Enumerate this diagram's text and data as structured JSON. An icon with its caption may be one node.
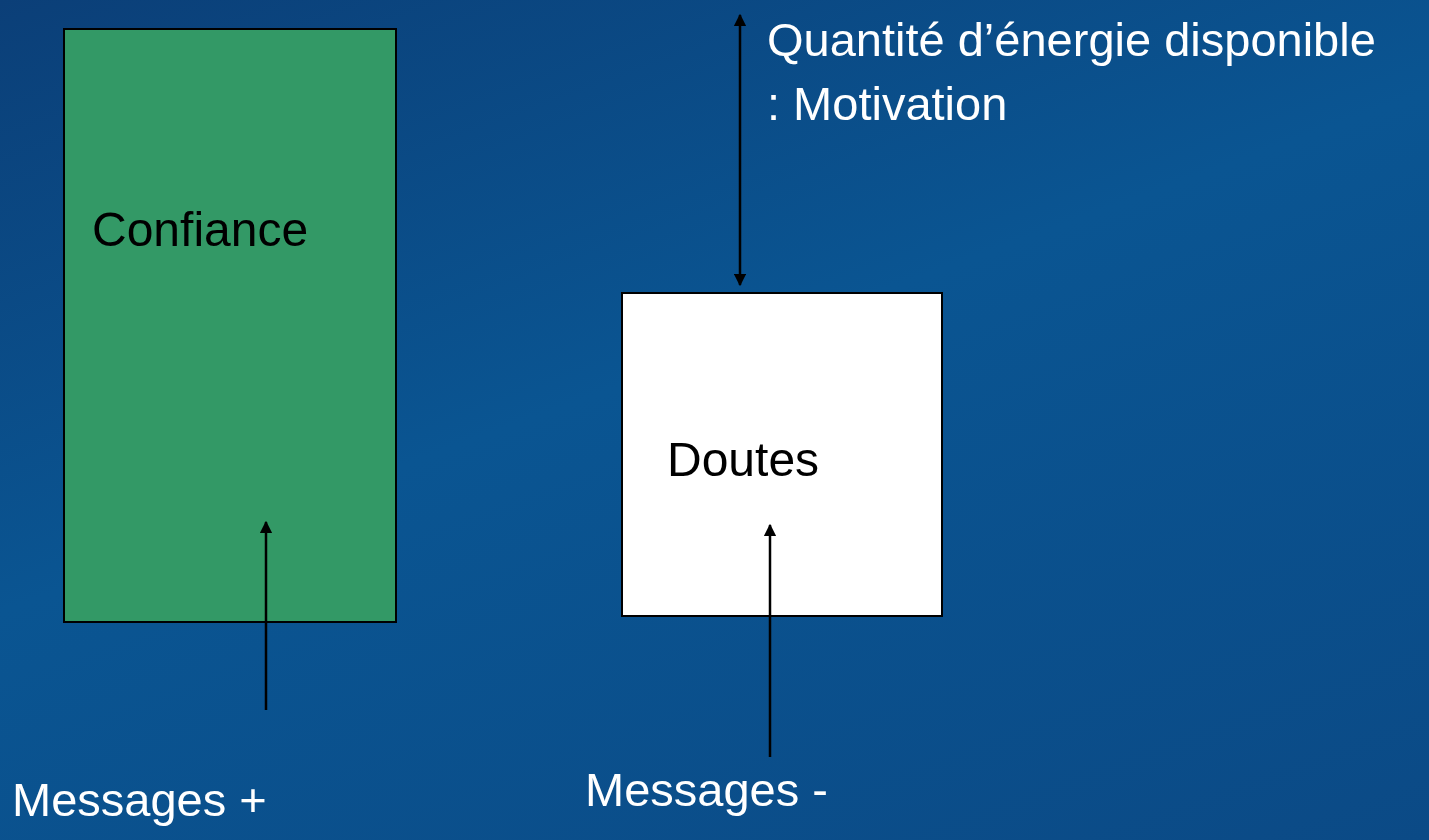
{
  "diagram": {
    "nodes": [
      {
        "text": [
          "Confiance"
        ]
      },
      {
        "text": [
          "Doutes"
        ]
      },
      {
        "text": [
          "Quantité d’énergie disponible  : Motivation"
        ]
      },
      {
        "text": [
          "Messages +"
        ]
      },
      {
        "text": [
          "Messages -"
        ]
      }
    ],
    "edges": [
      {
        "from": 3,
        "to": 0,
        "arrow": "to"
      },
      {
        "from": 4,
        "to": 1,
        "arrow": "to"
      },
      {
        "from": 2,
        "to": 1,
        "arrow": "both"
      }
    ]
  }
}
